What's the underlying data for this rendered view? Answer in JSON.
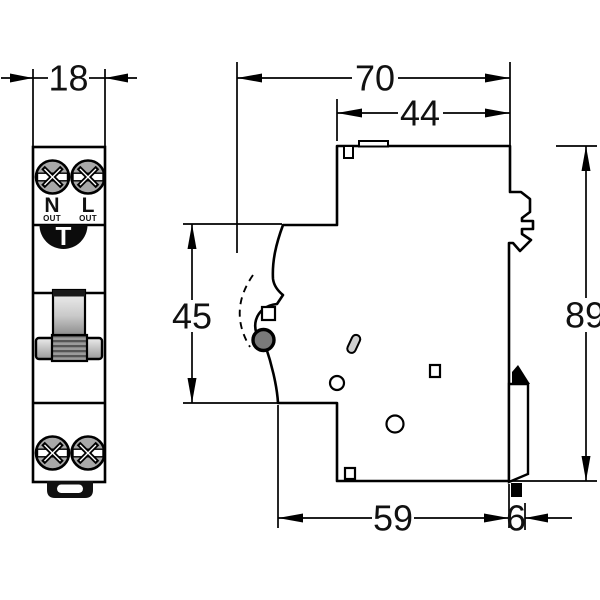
{
  "dimensions": {
    "front_width": "18",
    "overall_depth": "70",
    "upper_depth": "44",
    "handle_recess_height": "45",
    "overall_height": "89",
    "lower_body_depth": "59",
    "clip_extension": "6"
  },
  "front_view": {
    "terminal_left_label": "N",
    "terminal_left_sub": "OUT",
    "terminal_right_label": "L",
    "terminal_right_sub": "OUT",
    "test_button_label": "T"
  },
  "colors": {
    "line": "#000000",
    "background": "#ffffff",
    "screw_gray": "#a8a8a8",
    "pivot_gray": "#7a7a7a",
    "slot_gray": "#cfcfcf"
  }
}
